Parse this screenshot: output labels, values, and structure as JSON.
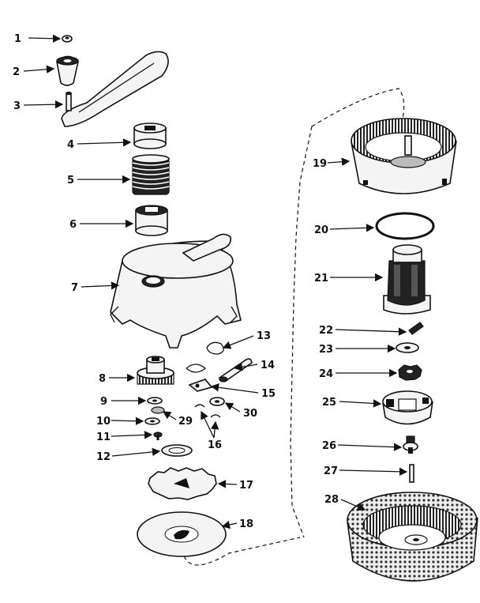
{
  "labels": {
    "l1": "1",
    "l2": "2",
    "l3": "3",
    "l4": "4",
    "l5": "5",
    "l6": "6",
    "l7": "7",
    "l8": "8",
    "l9": "9",
    "l10": "10",
    "l11": "11",
    "l12": "12",
    "l13": "13",
    "l14": "14",
    "l15": "15",
    "l16": "16",
    "l17": "17",
    "l18": "18",
    "l19": "19",
    "l20": "20",
    "l21": "21",
    "l22": "22",
    "l23": "23",
    "l24": "24",
    "l25": "25",
    "l26": "26",
    "l27": "27",
    "l28": "28",
    "l29": "29",
    "l30": "30"
  },
  "colors": {
    "ink": "#111111",
    "paper": "#ffffff"
  }
}
